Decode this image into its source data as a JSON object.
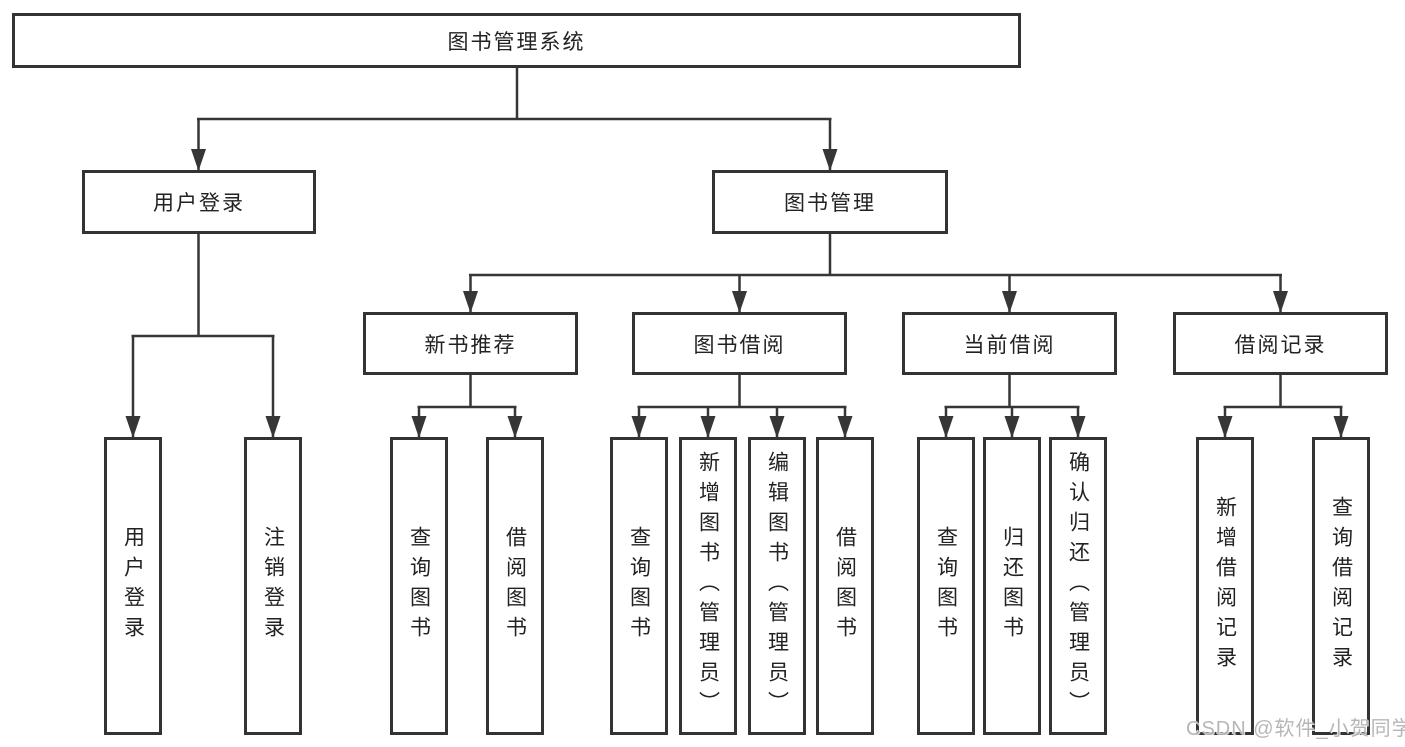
{
  "colors": {
    "line": "#363636",
    "box_border": "#333333",
    "text": "#222222",
    "watermark": "#b2b2b2",
    "background": "#ffffff"
  },
  "tree": {
    "root": {
      "label": "图书管理系统"
    },
    "level2": [
      {
        "label": "用户登录",
        "children": [
          {
            "label": "用户登录"
          },
          {
            "label": "注销登录"
          }
        ]
      },
      {
        "label": "图书管理",
        "children": [
          {
            "label": "新书推荐",
            "children": [
              {
                "label": "查询图书"
              },
              {
                "label": "借阅图书"
              }
            ]
          },
          {
            "label": "图书借阅",
            "children": [
              {
                "label": "查询图书"
              },
              {
                "label": "新增图书（管理员）"
              },
              {
                "label": "编辑图书（管理员）"
              },
              {
                "label": "借阅图书"
              }
            ]
          },
          {
            "label": "当前借阅",
            "children": [
              {
                "label": "查询图书"
              },
              {
                "label": "归还图书"
              },
              {
                "label": "确认归还（管理员）"
              }
            ]
          },
          {
            "label": "借阅记录",
            "children": [
              {
                "label": "新增借阅记录"
              },
              {
                "label": "查询借阅记录"
              }
            ]
          }
        ]
      }
    ]
  },
  "watermark": {
    "text": "CSDN @软件_小贺同学"
  }
}
